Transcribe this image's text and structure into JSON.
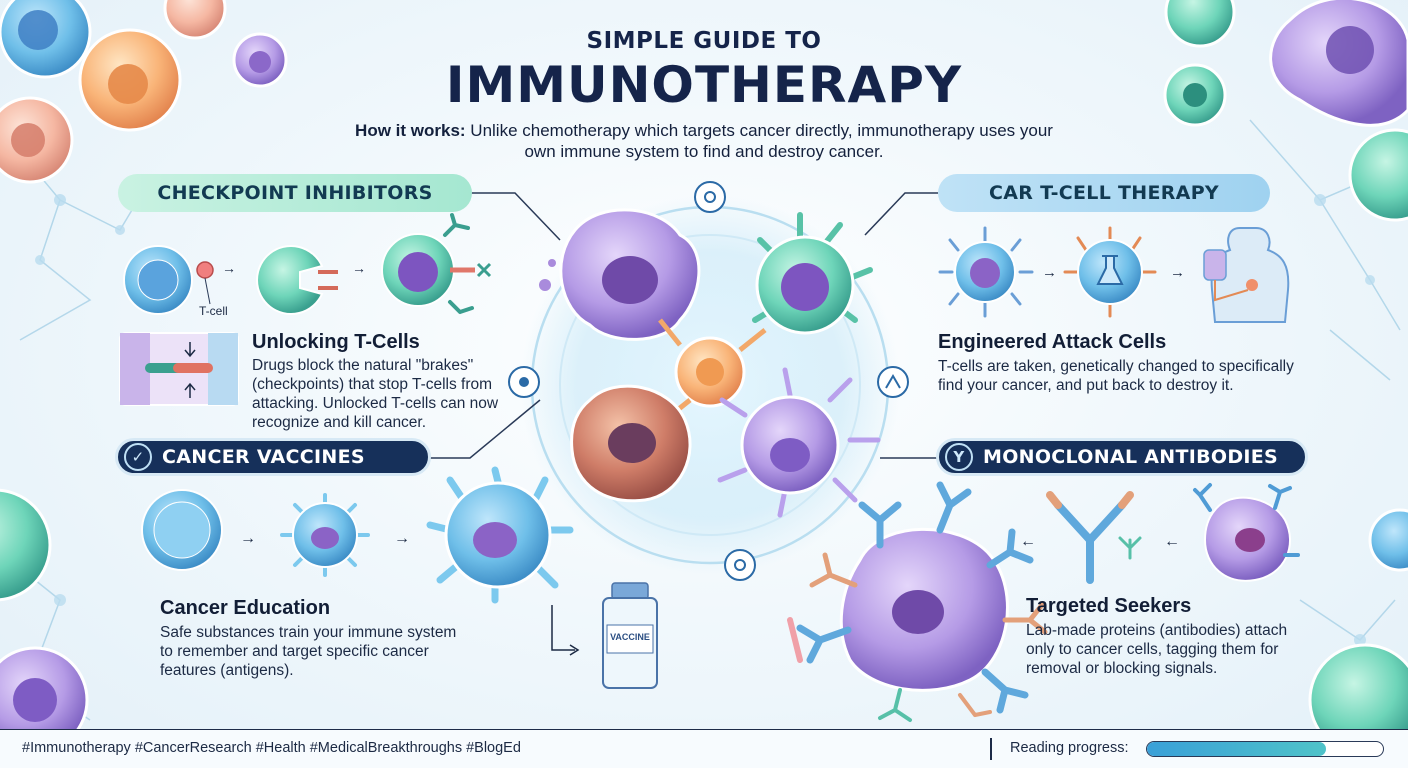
{
  "header": {
    "eyebrow": "SIMPLE GUIDE TO",
    "title": "IMMUNOTHERAPY",
    "intro_bold": "How it works:",
    "intro_text": " Unlike chemotherapy which targets cancer directly, immunotherapy uses your own immune system to find and destroy cancer."
  },
  "sections": {
    "checkpoint": {
      "pill": "CHECKPOINT INHIBITORS",
      "cell_label": "T-cell",
      "title": "Unlocking T-Cells",
      "body": "Drugs block the natural \"brakes\" (checkpoints) that stop T-cells from attacking. Unlocked T-cells can now recognize and kill cancer."
    },
    "car_t": {
      "pill": "CAR T-CELL THERAPY",
      "title": "Engineered Attack Cells",
      "body": "T-cells are taken, genetically changed to specifically find your cancer, and put back to destroy it."
    },
    "vaccines": {
      "pill": "CANCER VACCINES",
      "icon": "check-circle-icon",
      "vial_label": "VACCINE",
      "title": "Cancer Education",
      "body": "Safe substances train your immune system to remember and target specific cancer features (antigens)."
    },
    "antibodies": {
      "pill": "MONOCLONAL ANTIBODIES",
      "icon": "antibody-icon",
      "title": "Targeted Seekers",
      "body": "Lab-made proteins (antibodies) attach only to cancer cells, tagging them for removal or blocking signals."
    }
  },
  "footer": {
    "tags": "#Immunotherapy #CancerResearch #Health #MedicalBreakthroughs #BlogEd",
    "progress_label": "Reading progress:",
    "progress_percent": 76
  },
  "colors": {
    "navy": "#16305a",
    "teal_pill": "#a5e7d1",
    "blue_pill": "#9fd2f0",
    "cancer_purple": "#9a7fd0",
    "tcell_blue": "#6fc0ea",
    "progress": "#3aa0d8"
  }
}
